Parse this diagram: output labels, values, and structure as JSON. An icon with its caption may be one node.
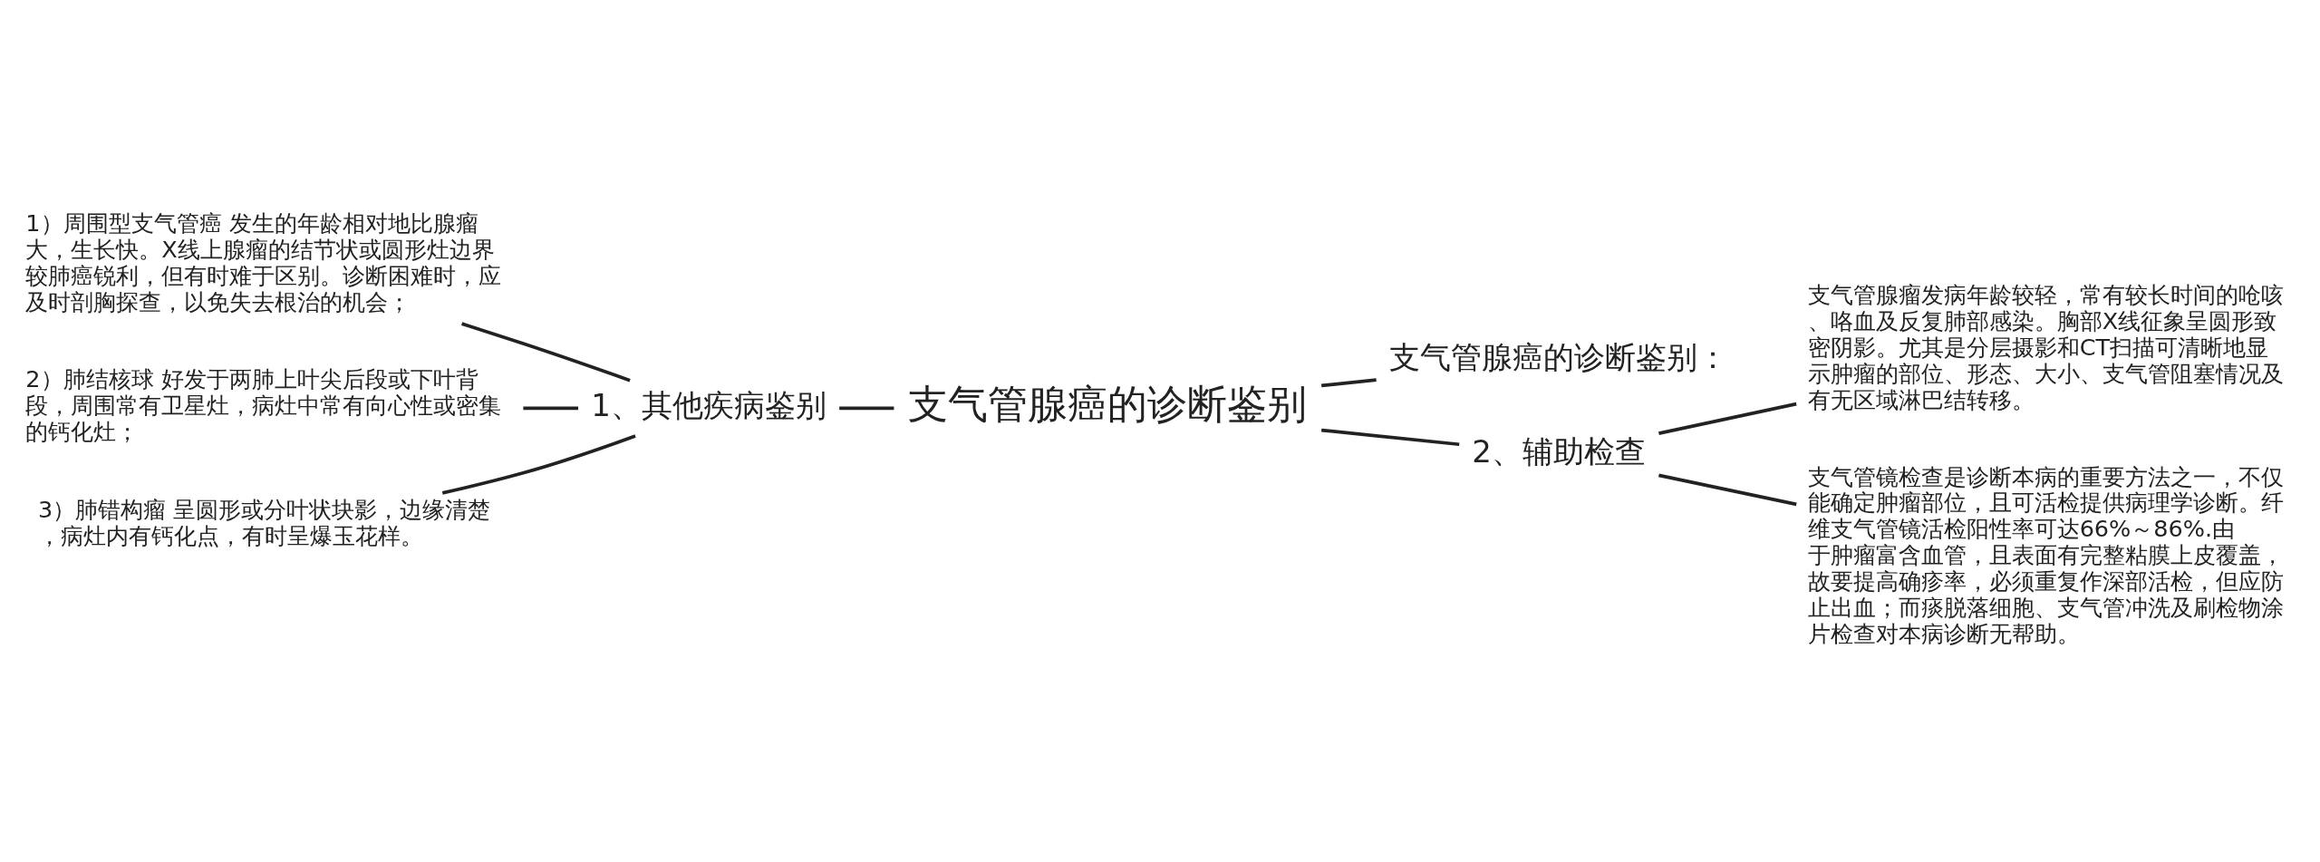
{
  "diagram": {
    "nodes": [
      {
        "text": [
          "支气管腺癌的诊断鉴别"
        ]
      },
      {
        "text": [
          "1、其他疾病鉴别"
        ]
      },
      {
        "text": [
          "1）周围型支气管癌 发生的年龄相对地比腺瘤大，生长快。X线上腺瘤的结节状或圆形灶边界较肺癌锐利，但有时难于区别。诊断困难时，应及时剖胸探查，以免失去根治的机会；"
        ]
      },
      {
        "text": [
          "2）肺结核球 好发于两肺上叶尖后段或下叶背段，周围常有卫星灶，病灶中常有向心性或密集的钙化灶；"
        ]
      },
      {
        "text": [
          "3）肺错构瘤 呈圆形或分叶状块影，边缘清楚，病灶内有钙化点，有时呈爆玉花样。"
        ]
      },
      {
        "text": [
          "支气管腺癌的诊断鉴别："
        ]
      },
      {
        "text": [
          "2、辅助检查"
        ]
      },
      {
        "text": [
          "支气管腺瘤发病年龄较轻，常有较长时间的呛咳、咯血及反复肺部感染。胸部X线征象呈圆形致密阴影。尤其是分层摄影和CT扫描可清晰地显示肿瘤的部位、形态、大小、支气管阻塞情况及有无区域淋巴结转移。"
        ]
      },
      {
        "text": [
          "支气管镜检查是诊断本病的重要方法之一，不仅能确定肿瘤部位，且可活检提供病理学诊断。纤维支气管镜活检阳性率可达66%～86%.由于肿瘤富含血管，且表面有完整粘膜上皮覆盖，故要提高确疹率，必须重复作深部活检，但应防止出血；而痰脱落细胞、支气管冲洗及刷检物涂片检查对本病诊断无帮助。"
        ]
      }
    ],
    "edges": [
      {
        "from": 0,
        "to": 1,
        "arrow": "none"
      },
      {
        "from": 1,
        "to": 2,
        "arrow": "none"
      },
      {
        "from": 1,
        "to": 3,
        "arrow": "none"
      },
      {
        "from": 1,
        "to": 4,
        "arrow": "none"
      },
      {
        "from": 0,
        "to": 5,
        "arrow": "none"
      },
      {
        "from": 0,
        "to": 6,
        "arrow": "none"
      },
      {
        "from": 6,
        "to": 7,
        "arrow": "none"
      },
      {
        "from": 6,
        "to": 8,
        "arrow": "none"
      }
    ]
  }
}
